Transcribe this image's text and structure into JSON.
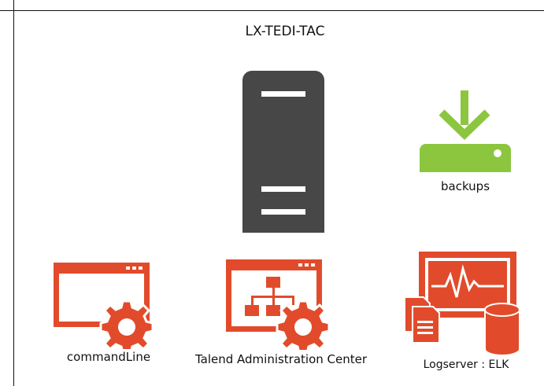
{
  "diagram": {
    "title": "LX-TEDI-TAC",
    "nodes": {
      "server": {
        "icon": "server-tower-icon",
        "color": "#474747"
      },
      "backups": {
        "label": "backups",
        "icon": "download-to-disk-icon",
        "color": "#8cc63f"
      },
      "command_line": {
        "label": "commandLine",
        "icon": "window-gear-icon",
        "color": "#e14b2b"
      },
      "tac": {
        "label": "Talend Administration Center",
        "icon": "window-sitemap-gear-icon",
        "color": "#e14b2b"
      },
      "logserver": {
        "label": "Logserver : ELK",
        "icon": "monitor-docs-database-icon",
        "color": "#e14b2b"
      }
    }
  }
}
